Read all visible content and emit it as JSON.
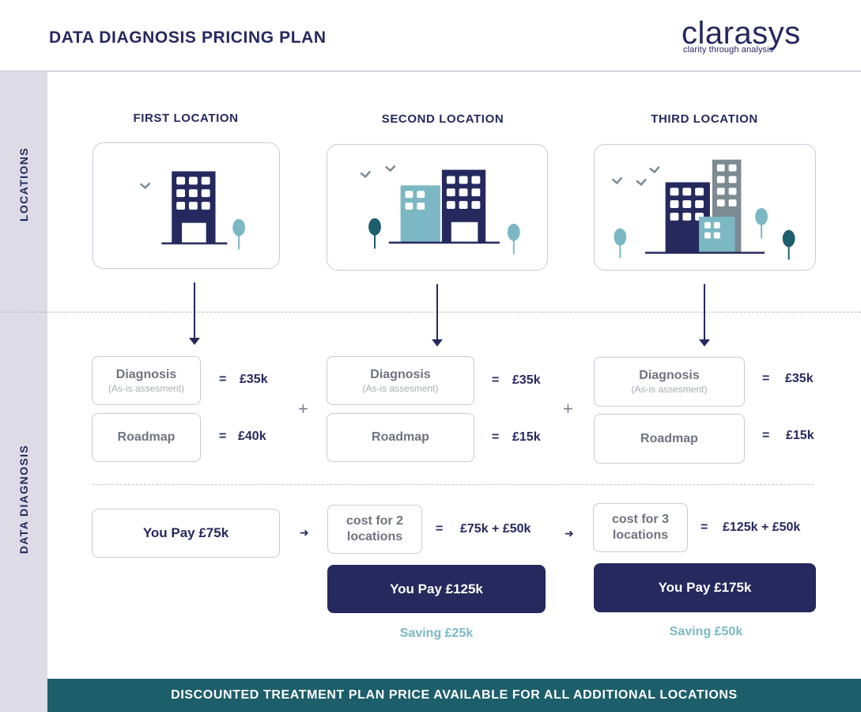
{
  "header": {
    "title": "DATA DIAGNOSIS PRICING PLAN",
    "logo_word": "clarasys",
    "logo_tagline": "clarity through analysis"
  },
  "sidebar": {
    "locations_label": "LOCATIONS",
    "data_diagnosis_label": "DATA DIAGNOSIS"
  },
  "columns": [
    {
      "title": "FIRST LOCATION",
      "diagnosis": {
        "label": "Diagnosis",
        "sub": "(As-is assesment)",
        "eq": "=",
        "price": "£35k"
      },
      "roadmap": {
        "label": "Roadmap",
        "eq": "=",
        "price": "£40k"
      },
      "pay": "You Pay £75k"
    },
    {
      "title": "SECOND LOCATION",
      "diagnosis": {
        "label": "Diagnosis",
        "sub": "(As-is assesment)",
        "eq": "=",
        "price": "£35k"
      },
      "roadmap": {
        "label": "Roadmap",
        "eq": "=",
        "price": "£15k"
      },
      "cost_label_line1": "cost for 2",
      "cost_label_line2": "locations",
      "cost_eq": "=",
      "cost_formula": "£75k + £50k",
      "pay": "You Pay £125k",
      "saving": "Saving £25k"
    },
    {
      "title": "THIRD LOCATION",
      "diagnosis": {
        "label": "Diagnosis",
        "sub": "(As-is assesment)",
        "eq": "=",
        "price": "£35k"
      },
      "roadmap": {
        "label": "Roadmap",
        "eq": "=",
        "price": "£15k"
      },
      "cost_label_line1": "cost for 3",
      "cost_label_line2": "locations",
      "cost_eq": "=",
      "cost_formula": "£125k + £50k",
      "pay": "You Pay £175k",
      "saving": "Saving £50k"
    }
  ],
  "connectors": {
    "plus": "+",
    "arrow": "➜"
  },
  "footer": {
    "text": "DISCOUNTED TREATMENT PLAN PRICE AVAILABLE FOR ALL ADDITIONAL LOCATIONS"
  },
  "colors": {
    "navy": "#26295e",
    "teal_light": "#7bb8c4",
    "teal_dark": "#1d5e6b",
    "gray_building": "#7c8a92",
    "sidebar_bg": "#dcdbe6"
  }
}
